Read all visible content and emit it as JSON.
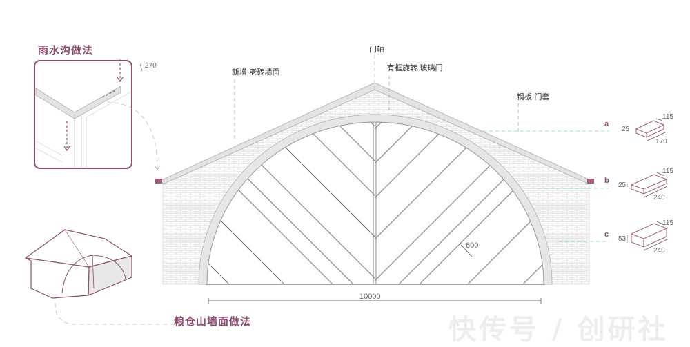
{
  "titles": {
    "gutter_detail": "雨水沟做法",
    "granary_gable": "粮仓山墙面做法"
  },
  "annotations": {
    "door_axis": "门轴",
    "new_wall": "新增 老砖墙面",
    "glass_door": "有框旋转 玻璃门",
    "steel_frame": "钢板 门套"
  },
  "dimensions": {
    "gutter_depth": "270",
    "total_width": "10000",
    "board_spacing": "600"
  },
  "bricks": [
    {
      "key": "a",
      "height": "25",
      "width": "115",
      "length": "170"
    },
    {
      "key": "b",
      "height": "25",
      "width": "115",
      "length": "240"
    },
    {
      "key": "c",
      "height": "53",
      "width": "115",
      "length": "240"
    }
  ],
  "colors": {
    "accent": "#8c4d6e",
    "leader_green": "#7dd8b4",
    "line": "#888888",
    "fill_light": "#e6e6e6"
  },
  "watermark": "快传号 / 创研社"
}
